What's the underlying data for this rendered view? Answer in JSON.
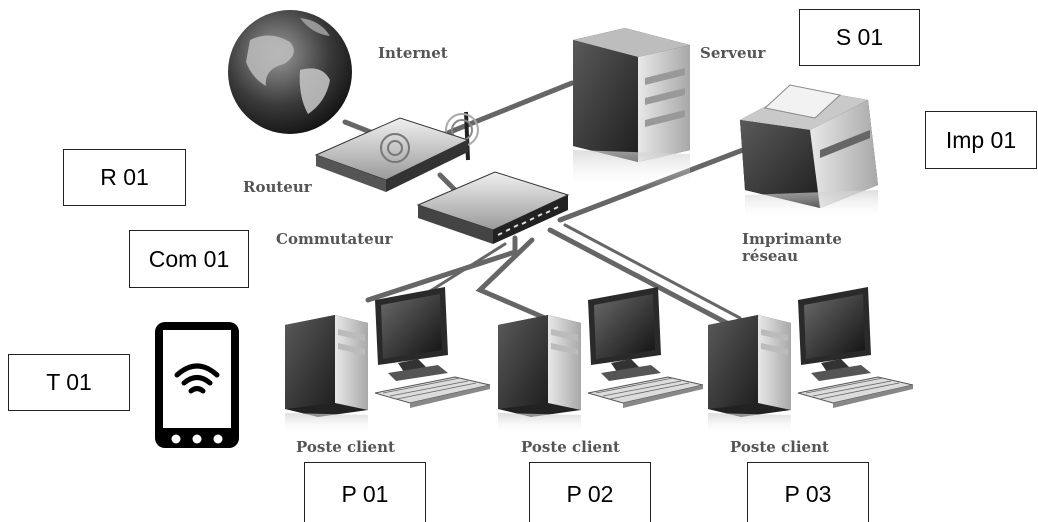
{
  "device_labels": {
    "internet": "Internet",
    "serveur": "Serveur",
    "routeur": "Routeur",
    "commutateur": "Commutateur",
    "imprimante_line1": "Imprimante",
    "imprimante_line2": "réseau",
    "poste1": "Poste client",
    "poste2": "Poste client",
    "poste3": "Poste client"
  },
  "tags": {
    "server": "S 01",
    "printer": "Imp 01",
    "router": "R 01",
    "switch": "Com 01",
    "tablet": "T 01",
    "pc1": "P 01",
    "pc2": "P 02",
    "pc3": "P 03"
  },
  "icons": [
    "globe-icon",
    "server-icon",
    "printer-icon",
    "router-icon",
    "switch-icon",
    "tablet-wifi-icon",
    "pc-icon"
  ]
}
